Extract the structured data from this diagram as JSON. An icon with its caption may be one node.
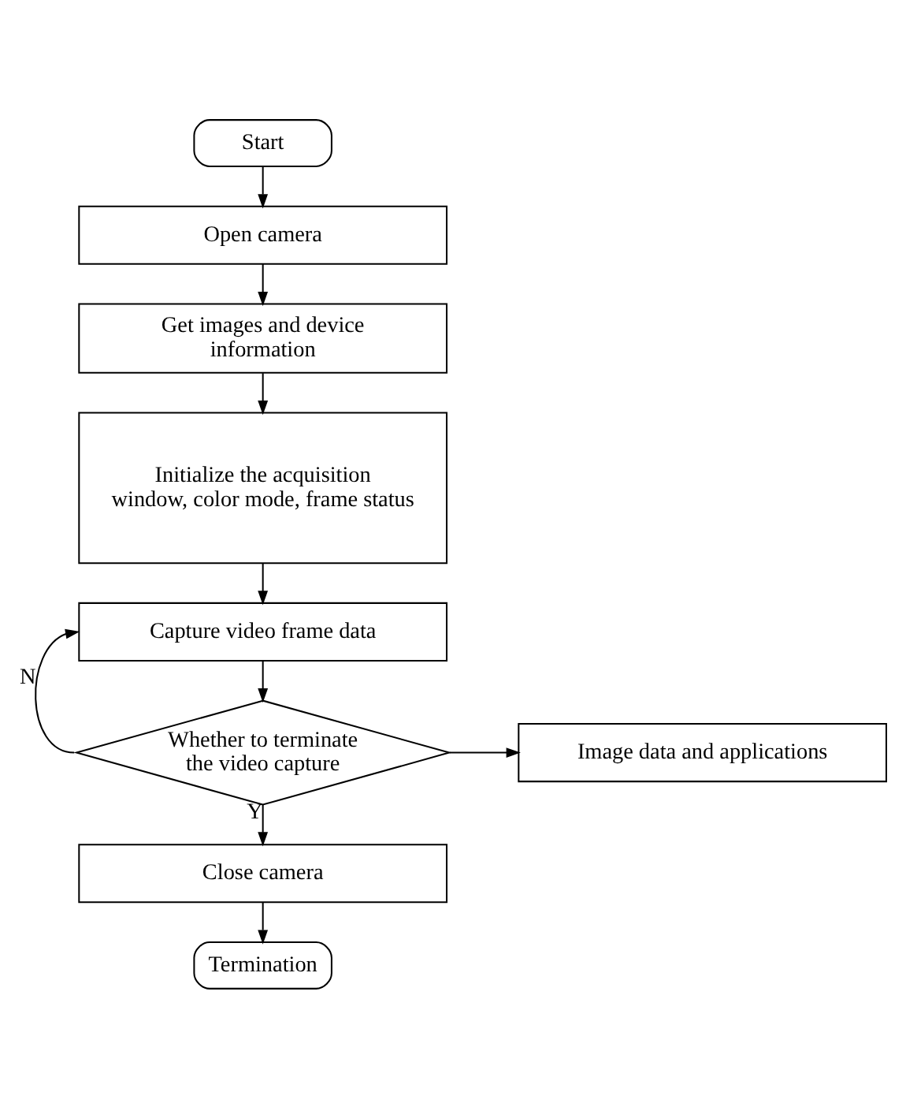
{
  "diagram": {
    "nodes": [
      {
        "text": [
          "Start"
        ]
      },
      {
        "text": [
          "Open camera"
        ]
      },
      {
        "text": [
          "Get images and device information"
        ]
      },
      {
        "text": [
          "Initialize the acquisition window, color mode, frame status"
        ]
      },
      {
        "text": [
          "Capture video frame data"
        ]
      },
      {
        "text": [
          "Whether to terminate the video capture"
        ]
      },
      {
        "text": [
          "Image data and applications"
        ]
      },
      {
        "text": [
          "Close camera"
        ]
      },
      {
        "text": [
          "Termination"
        ]
      }
    ],
    "edges": [
      {
        "from": 0,
        "to": 1,
        "arrow": "to"
      },
      {
        "from": 1,
        "to": 2,
        "arrow": "to"
      },
      {
        "from": 2,
        "to": 3,
        "arrow": "to"
      },
      {
        "from": 3,
        "to": 4,
        "arrow": "to"
      },
      {
        "from": 4,
        "to": 5,
        "arrow": "to"
      },
      {
        "from": 5,
        "to": 4,
        "arrow": "to",
        "label": "N"
      },
      {
        "from": 5,
        "to": 6,
        "arrow": "to"
      },
      {
        "from": 5,
        "to": 7,
        "arrow": "to",
        "label": "Y"
      },
      {
        "from": 7,
        "to": 8,
        "arrow": "to"
      }
    ]
  }
}
